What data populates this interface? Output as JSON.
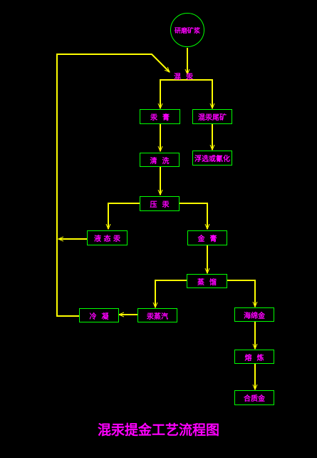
{
  "title": "混汞提金工艺流程图",
  "colors": {
    "background": "#000000",
    "line": "#ffff00",
    "box": "#00ff00",
    "text": "#ff00ff"
  },
  "nodes": {
    "start": "研磨矿浆",
    "amalgamation": "混  汞",
    "amalgam": "汞  膏",
    "tailings": "混汞尾矿",
    "cleaning": "清  洗",
    "flotation": "浮选或氰化",
    "pressing": "压  汞",
    "liquid_mercury": "液 态 汞",
    "gold_amalgam": "金  膏",
    "distillation": "蒸  馏",
    "mercury_vapor": "汞蒸汽",
    "sponge_gold": "海绵金",
    "cooling": "冷  凝",
    "smelting": "熔  炼",
    "bullion": "合质金"
  }
}
